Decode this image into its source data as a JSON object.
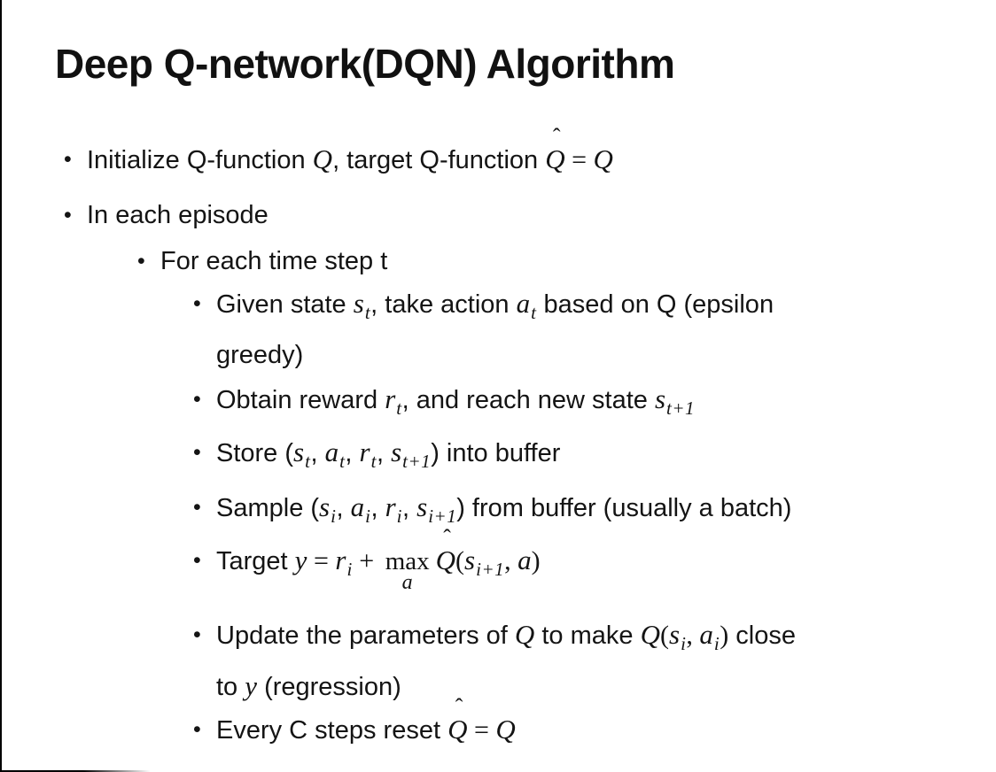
{
  "slide": {
    "title": "Deep Q-network(DQN) Algorithm",
    "bullet_char": "•",
    "bullets": [
      {
        "level": 1,
        "runs": [
          {
            "t": "text",
            "s": "Initialize Q-function "
          },
          {
            "t": "var",
            "s": "Q"
          },
          {
            "t": "text",
            "s": ", target Q-function "
          },
          {
            "t": "hatvar",
            "s": "Q",
            "hat": "ˆ"
          },
          {
            "t": "op",
            "s": " = "
          },
          {
            "t": "var",
            "s": "Q"
          }
        ]
      },
      {
        "level": 1,
        "runs": [
          {
            "t": "text",
            "s": "In each episode"
          }
        ]
      },
      {
        "level": 2,
        "runs": [
          {
            "t": "text",
            "s": "For each time step t"
          }
        ]
      },
      {
        "level": 3,
        "runs": [
          {
            "t": "text",
            "s": "Given state "
          },
          {
            "t": "var",
            "s": "s",
            "sub": "t"
          },
          {
            "t": "text",
            "s": ", take action "
          },
          {
            "t": "var",
            "s": "a",
            "sub": "t"
          },
          {
            "t": "text",
            "s": " based on Q (epsilon"
          },
          {
            "t": "br"
          },
          {
            "t": "text",
            "s": "greedy)"
          }
        ]
      },
      {
        "level": 3,
        "runs": [
          {
            "t": "text",
            "s": "Obtain reward "
          },
          {
            "t": "var",
            "s": "r",
            "sub": "t"
          },
          {
            "t": "text",
            "s": ", and reach new state "
          },
          {
            "t": "var",
            "s": "s",
            "sub": "t+1"
          }
        ]
      },
      {
        "level": 3,
        "runs": [
          {
            "t": "text",
            "s": "Store ("
          },
          {
            "t": "var",
            "s": "s",
            "sub": "t"
          },
          {
            "t": "text",
            "s": ", "
          },
          {
            "t": "var",
            "s": "a",
            "sub": "t"
          },
          {
            "t": "text",
            "s": ", "
          },
          {
            "t": "var",
            "s": "r",
            "sub": "t"
          },
          {
            "t": "text",
            "s": ", "
          },
          {
            "t": "var",
            "s": "s",
            "sub": "t+1"
          },
          {
            "t": "text",
            "s": ") into buffer"
          }
        ]
      },
      {
        "level": 3,
        "runs": [
          {
            "t": "text",
            "s": "Sample ("
          },
          {
            "t": "var",
            "s": "s",
            "sub": "i"
          },
          {
            "t": "text",
            "s": ", "
          },
          {
            "t": "var",
            "s": "a",
            "sub": "i"
          },
          {
            "t": "text",
            "s": ", "
          },
          {
            "t": "var",
            "s": "r",
            "sub": "i"
          },
          {
            "t": "text",
            "s": ", "
          },
          {
            "t": "var",
            "s": "s",
            "sub": "i+1"
          },
          {
            "t": "text",
            "s": ") from buffer (usually a batch)"
          }
        ]
      },
      {
        "level": 3,
        "runs": [
          {
            "t": "text",
            "s": "Target "
          },
          {
            "t": "var",
            "s": "y"
          },
          {
            "t": "op",
            "s": " = "
          },
          {
            "t": "var",
            "s": "r",
            "sub": "i"
          },
          {
            "t": "op",
            "s": " + "
          },
          {
            "t": "max",
            "s": "max",
            "under": "a"
          },
          {
            "t": "hatvar",
            "s": "Q",
            "hat": "ˆ"
          },
          {
            "t": "op",
            "s": "("
          },
          {
            "t": "var",
            "s": "s",
            "sub": "i+1"
          },
          {
            "t": "op",
            "s": ", "
          },
          {
            "t": "var",
            "s": "a"
          },
          {
            "t": "op",
            "s": ")"
          }
        ]
      },
      {
        "level": 3,
        "runs": [
          {
            "t": "text",
            "s": "Update the parameters of "
          },
          {
            "t": "var",
            "s": "Q"
          },
          {
            "t": "text",
            "s": " to make "
          },
          {
            "t": "var",
            "s": "Q"
          },
          {
            "t": "op",
            "s": "("
          },
          {
            "t": "var",
            "s": "s",
            "sub": "i"
          },
          {
            "t": "op",
            "s": ", "
          },
          {
            "t": "var",
            "s": "a",
            "sub": "i"
          },
          {
            "t": "op",
            "s": ")"
          },
          {
            "t": "text",
            "s": " close"
          },
          {
            "t": "br"
          },
          {
            "t": "text",
            "s": "to "
          },
          {
            "t": "var",
            "s": "y"
          },
          {
            "t": "text",
            "s": " (regression)"
          }
        ]
      },
      {
        "level": 3,
        "runs": [
          {
            "t": "text",
            "s": "Every C steps reset "
          },
          {
            "t": "hatvar",
            "s": "Q",
            "hat": "ˆ"
          },
          {
            "t": "op",
            "s": " = "
          },
          {
            "t": "var",
            "s": "Q"
          }
        ]
      }
    ]
  }
}
